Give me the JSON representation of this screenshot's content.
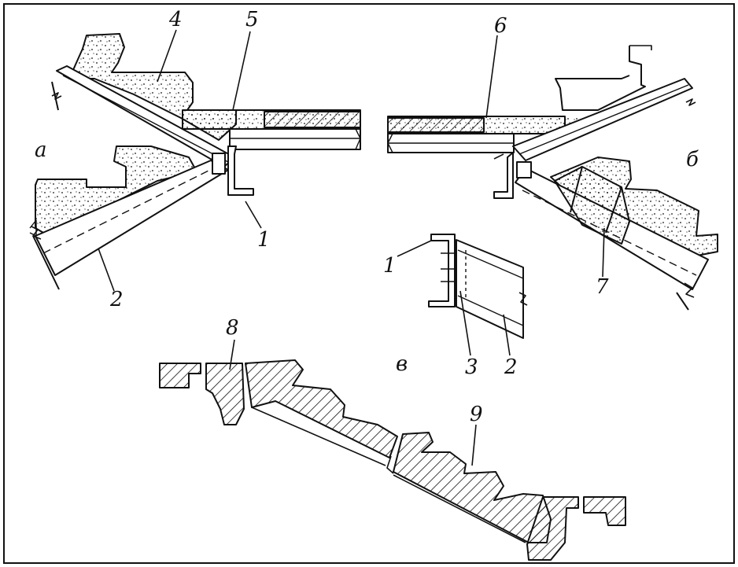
{
  "figure": {
    "panels": {
      "a": "а",
      "b": "б",
      "v": "в"
    },
    "callouts": {
      "n1_left": "1",
      "n1_detail": "1",
      "n2_left": "2",
      "n2_detail": "2",
      "n3": "3",
      "n4": "4",
      "n5": "5",
      "n6": "6",
      "n7": "7",
      "n8": "8",
      "n9": "9"
    }
  },
  "colors": {
    "ink": "#111111",
    "paper": "#ffffff"
  }
}
